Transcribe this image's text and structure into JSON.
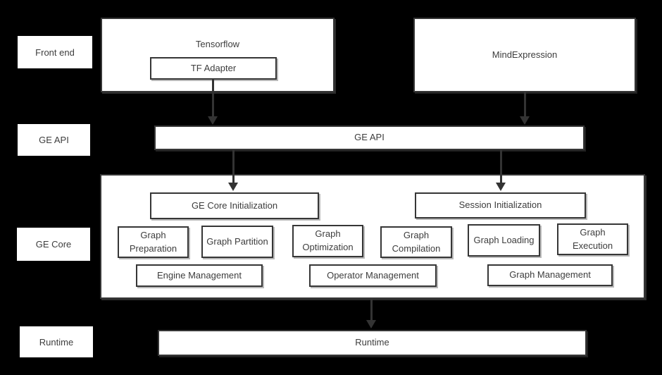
{
  "colors": {
    "background": "#000000",
    "box_fill": "#ffffff",
    "box_border": "#363636",
    "text": "#3d3d3d",
    "arrow": "#333333"
  },
  "layers": {
    "front_end_label": "Front end",
    "ge_api_label": "GE API",
    "ge_core_label": "GE Core",
    "runtime_label": "Runtime"
  },
  "front_end": {
    "tensorflow_label": "Tensorflow",
    "tf_adapter_label": "TF Adapter",
    "mind_expression_label": "MindExpression"
  },
  "ge_api": {
    "bar_label": "GE API"
  },
  "ge_core": {
    "init_left": "GE Core Initialization",
    "init_right": "Session Initialization",
    "functions": [
      "Graph Preparation",
      "Graph Partition",
      "Graph Optimization",
      "Graph Compilation",
      "Graph Loading",
      "Graph Execution"
    ],
    "managements": [
      "Engine Management",
      "Operator Management",
      "Graph Management"
    ]
  },
  "runtime": {
    "bar_label": "Runtime"
  },
  "connections": [
    {
      "from": "TF Adapter",
      "to": "GE API"
    },
    {
      "from": "MindExpression",
      "to": "GE API"
    },
    {
      "from": "GE API",
      "to": "GE Core Initialization"
    },
    {
      "from": "GE API",
      "to": "Session Initialization"
    },
    {
      "from": "GE Core",
      "to": "Runtime"
    }
  ]
}
